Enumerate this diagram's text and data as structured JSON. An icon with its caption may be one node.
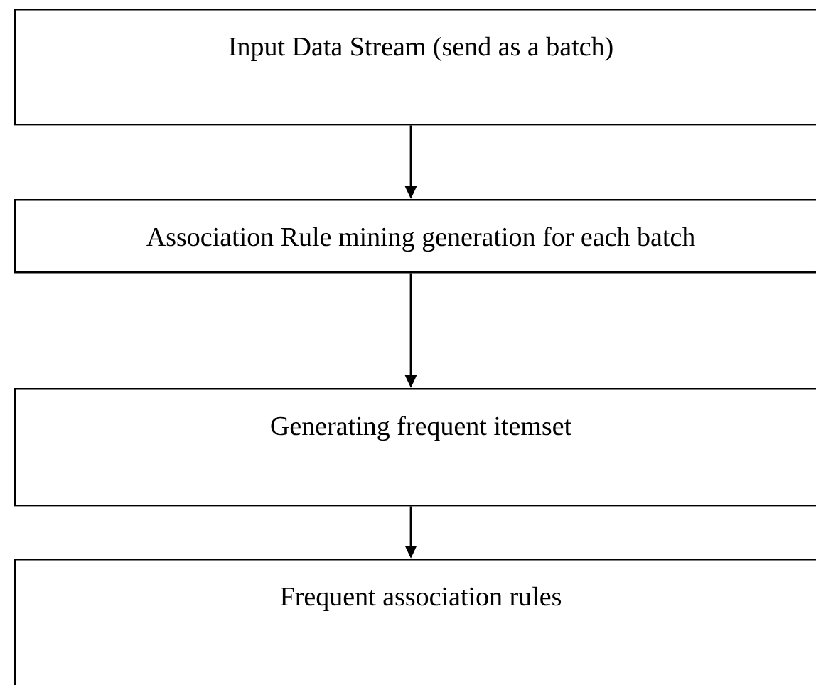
{
  "diagram": {
    "nodes": [
      {
        "text": [
          "Input Data Stream (send as a batch)"
        ]
      },
      {
        "text": [
          "Association Rule mining generation for each batch"
        ]
      },
      {
        "text": [
          "Generating frequent itemset"
        ]
      },
      {
        "text": [
          "Frequent association rules"
        ]
      }
    ],
    "edges": [
      {
        "from": 0,
        "to": 1,
        "arrow": "to"
      },
      {
        "from": 1,
        "to": 2,
        "arrow": "to"
      },
      {
        "from": 2,
        "to": 3,
        "arrow": "to"
      }
    ]
  }
}
